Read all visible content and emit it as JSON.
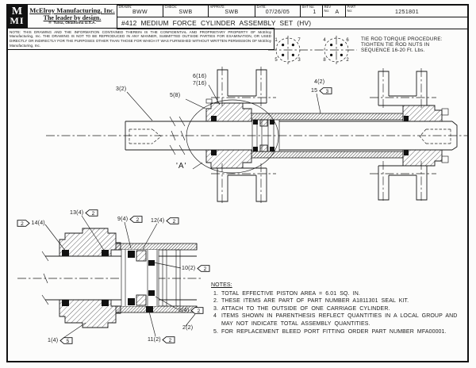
{
  "header": {
    "logo_line1": "M",
    "logo_line2": "MI",
    "company_name": "McElroy Manufacturing, Inc.",
    "tagline": "The leader by design.",
    "reg_symbol": "®",
    "location": "Tulsa, Oklahoma U.S.A.",
    "fields": [
      {
        "label": "DRAWN:",
        "value": "BWW"
      },
      {
        "label": "CHECK:",
        "value": "SWB"
      },
      {
        "label": "APPRV'D:",
        "value": "SWB"
      },
      {
        "label": "DATE:",
        "value": "07/26/05"
      },
      {
        "label": "SHT No:",
        "value": "1"
      },
      {
        "label": "REV No:",
        "value": "A"
      },
      {
        "label": "PART No:",
        "value": "1251801"
      }
    ],
    "drawing_title": "#412 MEDIUM FORCE CYLINDER ASSEMBLY SET (HV)",
    "legal_note": "NOTE: THIS DRAWING AND THE INFORMATION CONTAINED THEREIN IS THE CONFIDENTIAL AND PROPRIETARY PROPERTY OF McElroy Manufacturing, Inc. THE DRAWING IS NOT TO BE REPRODUCED IN ANY MANNER, SUBMITTED OUTSIDE PARTIES FOR EXAMINATION, OR USED DIRECTLY OR INDIRECTLY FOR THE PURPOSES OTHER THAN THOSE FOR WHICH IT WAS FURNISHED WITHOUT WRITTEN PERMISSION OF McElroy Manufacturing, Inc."
  },
  "torque_procedure": {
    "line1": "TIE ROD TORQUE PROCEDURE:",
    "line2": "TIGHTEN TIE ROD NUTS IN",
    "line3": "SEQUENCE 16-20 Ft. Lbs.",
    "left_circle": {
      "tl": "1",
      "tr": "7",
      "bl": "5",
      "br": "3"
    },
    "right_circle": {
      "tl": "4",
      "tr": "6",
      "bl": "8",
      "br": "2"
    }
  },
  "main_view": {
    "callout_3": "3(2)",
    "callout_6": "6(16)",
    "callout_7": "7(16)",
    "callout_5": "5(8)",
    "callout_4": "4(2)",
    "callout_15": "15",
    "flag_15": "3",
    "detail_label": "'A'"
  },
  "detail_view": {
    "callout_14": "14(4)",
    "flag_14": "2",
    "callout_13": "13(4)",
    "flag_13": "2",
    "callout_9": "9(4)",
    "flag_9": "2",
    "callout_12": "12(4)",
    "flag_12": "2",
    "callout_10": "10(2)",
    "flag_10": "2",
    "callout_8": "8(4)",
    "flag_8": "2",
    "callout_2": "2(2)",
    "callout_11": "11(2)",
    "flag_11": "2",
    "callout_1": "1(4)",
    "flag_1": "5"
  },
  "notes": {
    "heading": "NOTES:",
    "items": [
      {
        "num": "1.",
        "text": "TOTAL EFFECTIVE PISTON AREA = 6.01 SQ. IN."
      },
      {
        "num": "2.",
        "text": "THESE ITEMS ARE PART OF PART NUMBER A1811301 SEAL KIT."
      },
      {
        "num": "3.",
        "text": "ATTACH TO THE OUTSIDE OF ONE CARRIAGE CYLINDER."
      },
      {
        "num": "4",
        "text": "ITEMS SHOWN IN PARENTHESIS REFLECT QUANTITIES IN A LOCAL GROUP AND MAY NOT INDICATE TOTAL ASSEMBLY QUANTITIES."
      },
      {
        "num": "5.",
        "text": "FOR REPLACEMENT BLEED PORT FITTING ORDER PART NUMBER MFA00001."
      }
    ]
  }
}
